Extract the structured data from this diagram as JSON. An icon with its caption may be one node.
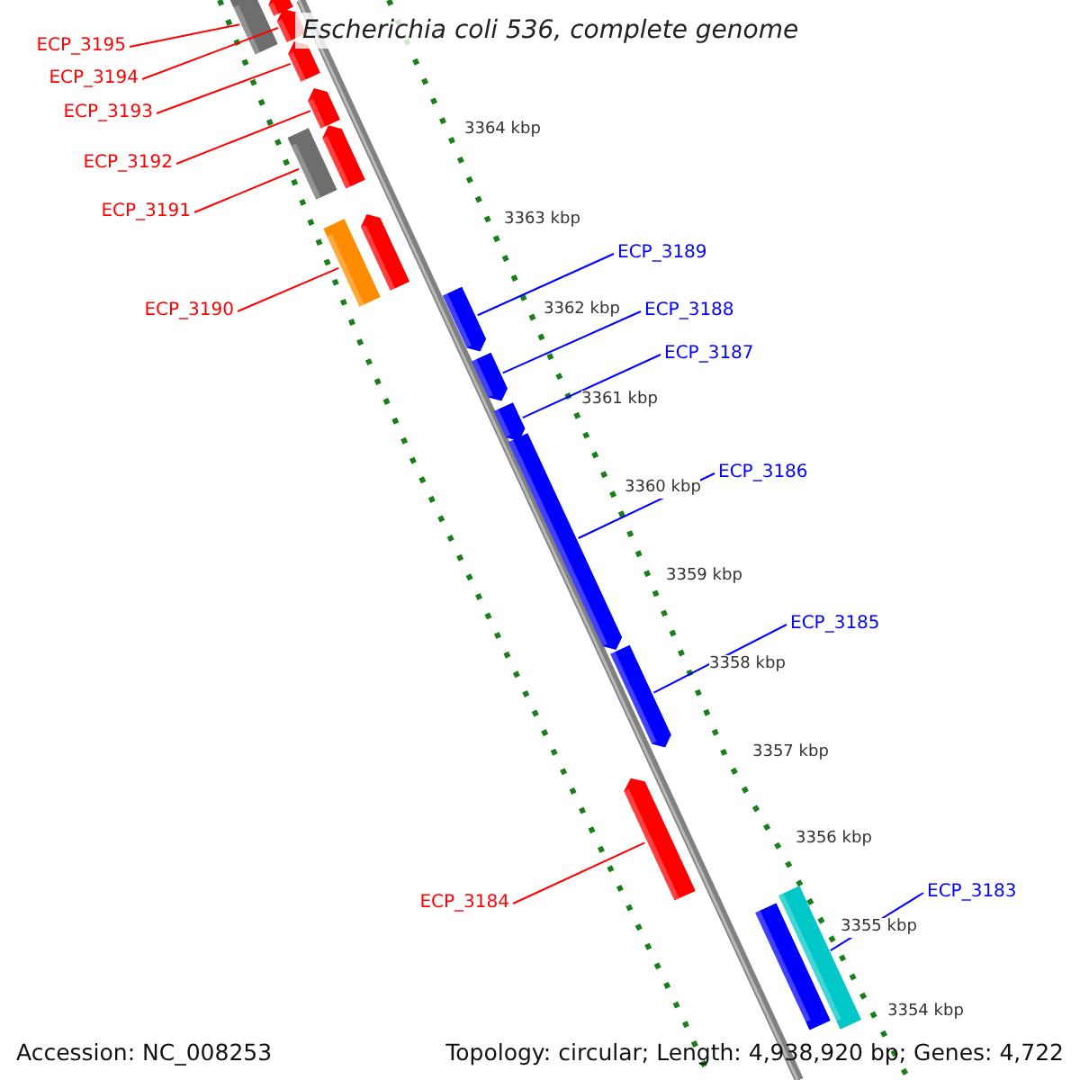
{
  "diagram": {
    "title": "Escherichia coli 536, complete genome",
    "nodes": [
      {
        "text": [
          "ECP_3195"
        ]
      },
      {
        "text": [
          "ECP_3194"
        ]
      },
      {
        "text": [
          "ECP_3193"
        ]
      },
      {
        "text": [
          "ECP_3192"
        ]
      },
      {
        "text": [
          "ECP_3191"
        ]
      },
      {
        "text": [
          "ECP_3190"
        ]
      },
      {
        "text": [
          "ECP_3189"
        ]
      },
      {
        "text": [
          "ECP_3188"
        ]
      },
      {
        "text": [
          "ECP_3187"
        ]
      },
      {
        "text": [
          "ECP_3186"
        ]
      },
      {
        "text": [
          "ECP_3185"
        ]
      },
      {
        "text": [
          "ECP_3184"
        ]
      },
      {
        "text": [
          "ECP_3183"
        ]
      },
      {
        "text": [],
        "shape": "box"
      },
      {
        "text": [],
        "shape": "arrow"
      },
      {
        "text": [],
        "shape": "arrow"
      },
      {
        "text": [],
        "shape": "arrow"
      },
      {
        "text": [],
        "shape": "arrow"
      },
      {
        "text": [],
        "shape": "arrow"
      },
      {
        "text": [],
        "shape": "box"
      },
      {
        "text": [],
        "shape": "arrow"
      },
      {
        "text": [],
        "shape": "box"
      },
      {
        "text": [],
        "shape": "arrow"
      },
      {
        "text": [],
        "shape": "arrow"
      },
      {
        "text": [],
        "shape": "arrow"
      },
      {
        "text": [],
        "shape": "arrow"
      },
      {
        "text": [],
        "shape": "arrow"
      },
      {
        "text": [],
        "shape": "arrow"
      },
      {
        "text": [],
        "shape": "box"
      },
      {
        "text": [],
        "shape": "box"
      }
    ],
    "edges": [
      {
        "from": 0,
        "to": 13,
        "arrow": "none"
      },
      {
        "from": 1,
        "to": 15,
        "arrow": "none"
      },
      {
        "from": 2,
        "to": 16,
        "arrow": "none"
      },
      {
        "from": 3,
        "to": 17,
        "arrow": "none"
      },
      {
        "from": 4,
        "to": 19,
        "arrow": "none"
      },
      {
        "from": 5,
        "to": 21,
        "arrow": "none"
      },
      {
        "from": 6,
        "to": 22,
        "arrow": "none",
        "color": "#0000ff"
      },
      {
        "from": 7,
        "to": 23,
        "arrow": "none",
        "color": "#0000ff"
      },
      {
        "from": 8,
        "to": 24,
        "arrow": "none",
        "color": "#0000ff"
      },
      {
        "from": 9,
        "to": 25,
        "arrow": "none",
        "color": "#0000ff"
      },
      {
        "from": 10,
        "to": 26,
        "arrow": "none",
        "color": "#0000ff"
      },
      {
        "from": 11,
        "to": 27,
        "arrow": "none"
      },
      {
        "from": 12,
        "to": 29,
        "arrow": "none",
        "color": "#0000ff"
      }
    ],
    "labels": [
      "3364 kbp",
      "3363 kbp",
      "3362 kbp",
      "3361 kbp",
      "3360 kbp",
      "3359 kbp",
      "3358 kbp",
      "3357 kbp",
      "3356 kbp",
      "3355 kbp",
      "3354 kbp",
      "Accession: NC_008253",
      "Topology: circular; Length: 4,938,920 bp; Genes: 4,722"
    ]
  }
}
